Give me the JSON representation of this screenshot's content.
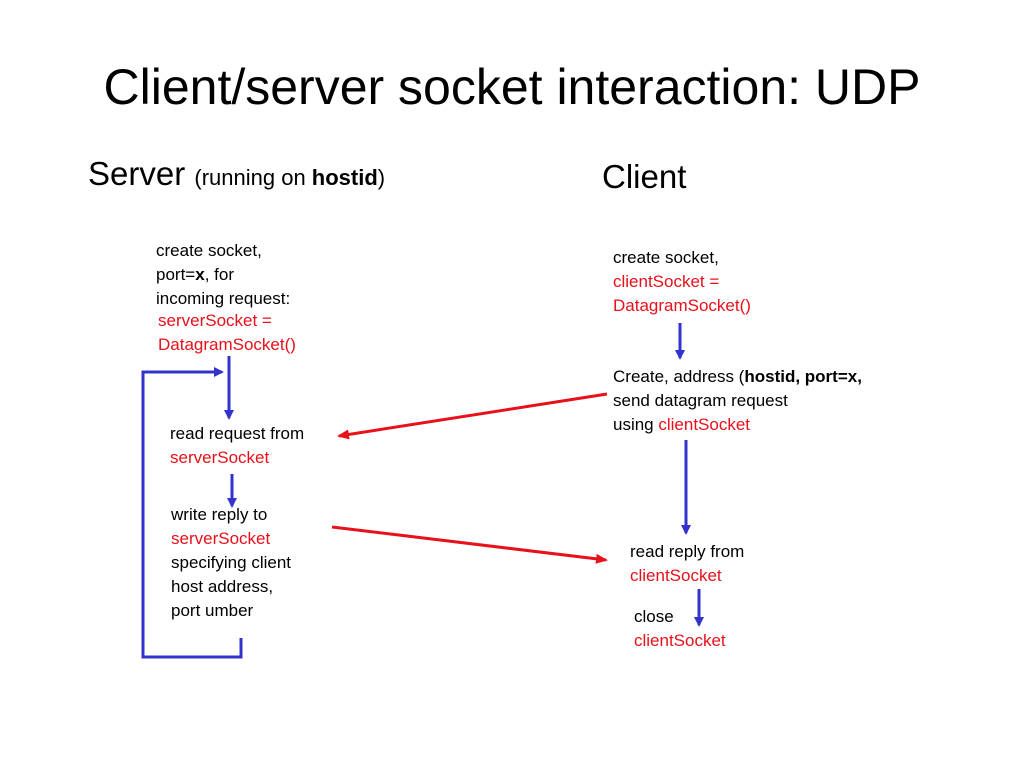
{
  "title": "Client/server socket interaction: UDP",
  "server_header": {
    "label": "Server",
    "note_open": "(running on ",
    "note_bold": "hostid",
    "note_close": ")"
  },
  "client_header": {
    "label": "Client"
  },
  "server_steps": {
    "create_socket": {
      "l1": "create socket,",
      "l2_a": "port=",
      "l2_b": "x",
      "l2_c": ", for",
      "l3": "incoming request:",
      "code1": "serverSocket =",
      "code2": "DatagramSocket()"
    },
    "read_request": {
      "l1": "read request from",
      "code": "serverSocket"
    },
    "write_reply": {
      "l1": "write reply to",
      "code": "serverSocket",
      "l3": "specifying client",
      "l4": "host address,",
      "l5": "port umber"
    }
  },
  "client_steps": {
    "create_socket": {
      "l1": "create socket,",
      "code1": "clientSocket =",
      "code2": "DatagramSocket()"
    },
    "create_address": {
      "l1_a": "Create, address (",
      "l1_b": "hostid, port=x,",
      "l2": "send datagram request",
      "l3_a": "using ",
      "l3_b": "clientSocket"
    },
    "read_reply": {
      "l1": "read reply from",
      "code": "clientSocket"
    },
    "close": {
      "l1": "close",
      "code": "clientSocket"
    }
  },
  "colors": {
    "code_text": "#e8101a",
    "local_arrow": "#3333cc",
    "network_arrow": "#e8101a"
  },
  "icons": [
    "arrow-down-icon",
    "arrow-left-icon",
    "arrow-right-icon",
    "loop-connector"
  ]
}
